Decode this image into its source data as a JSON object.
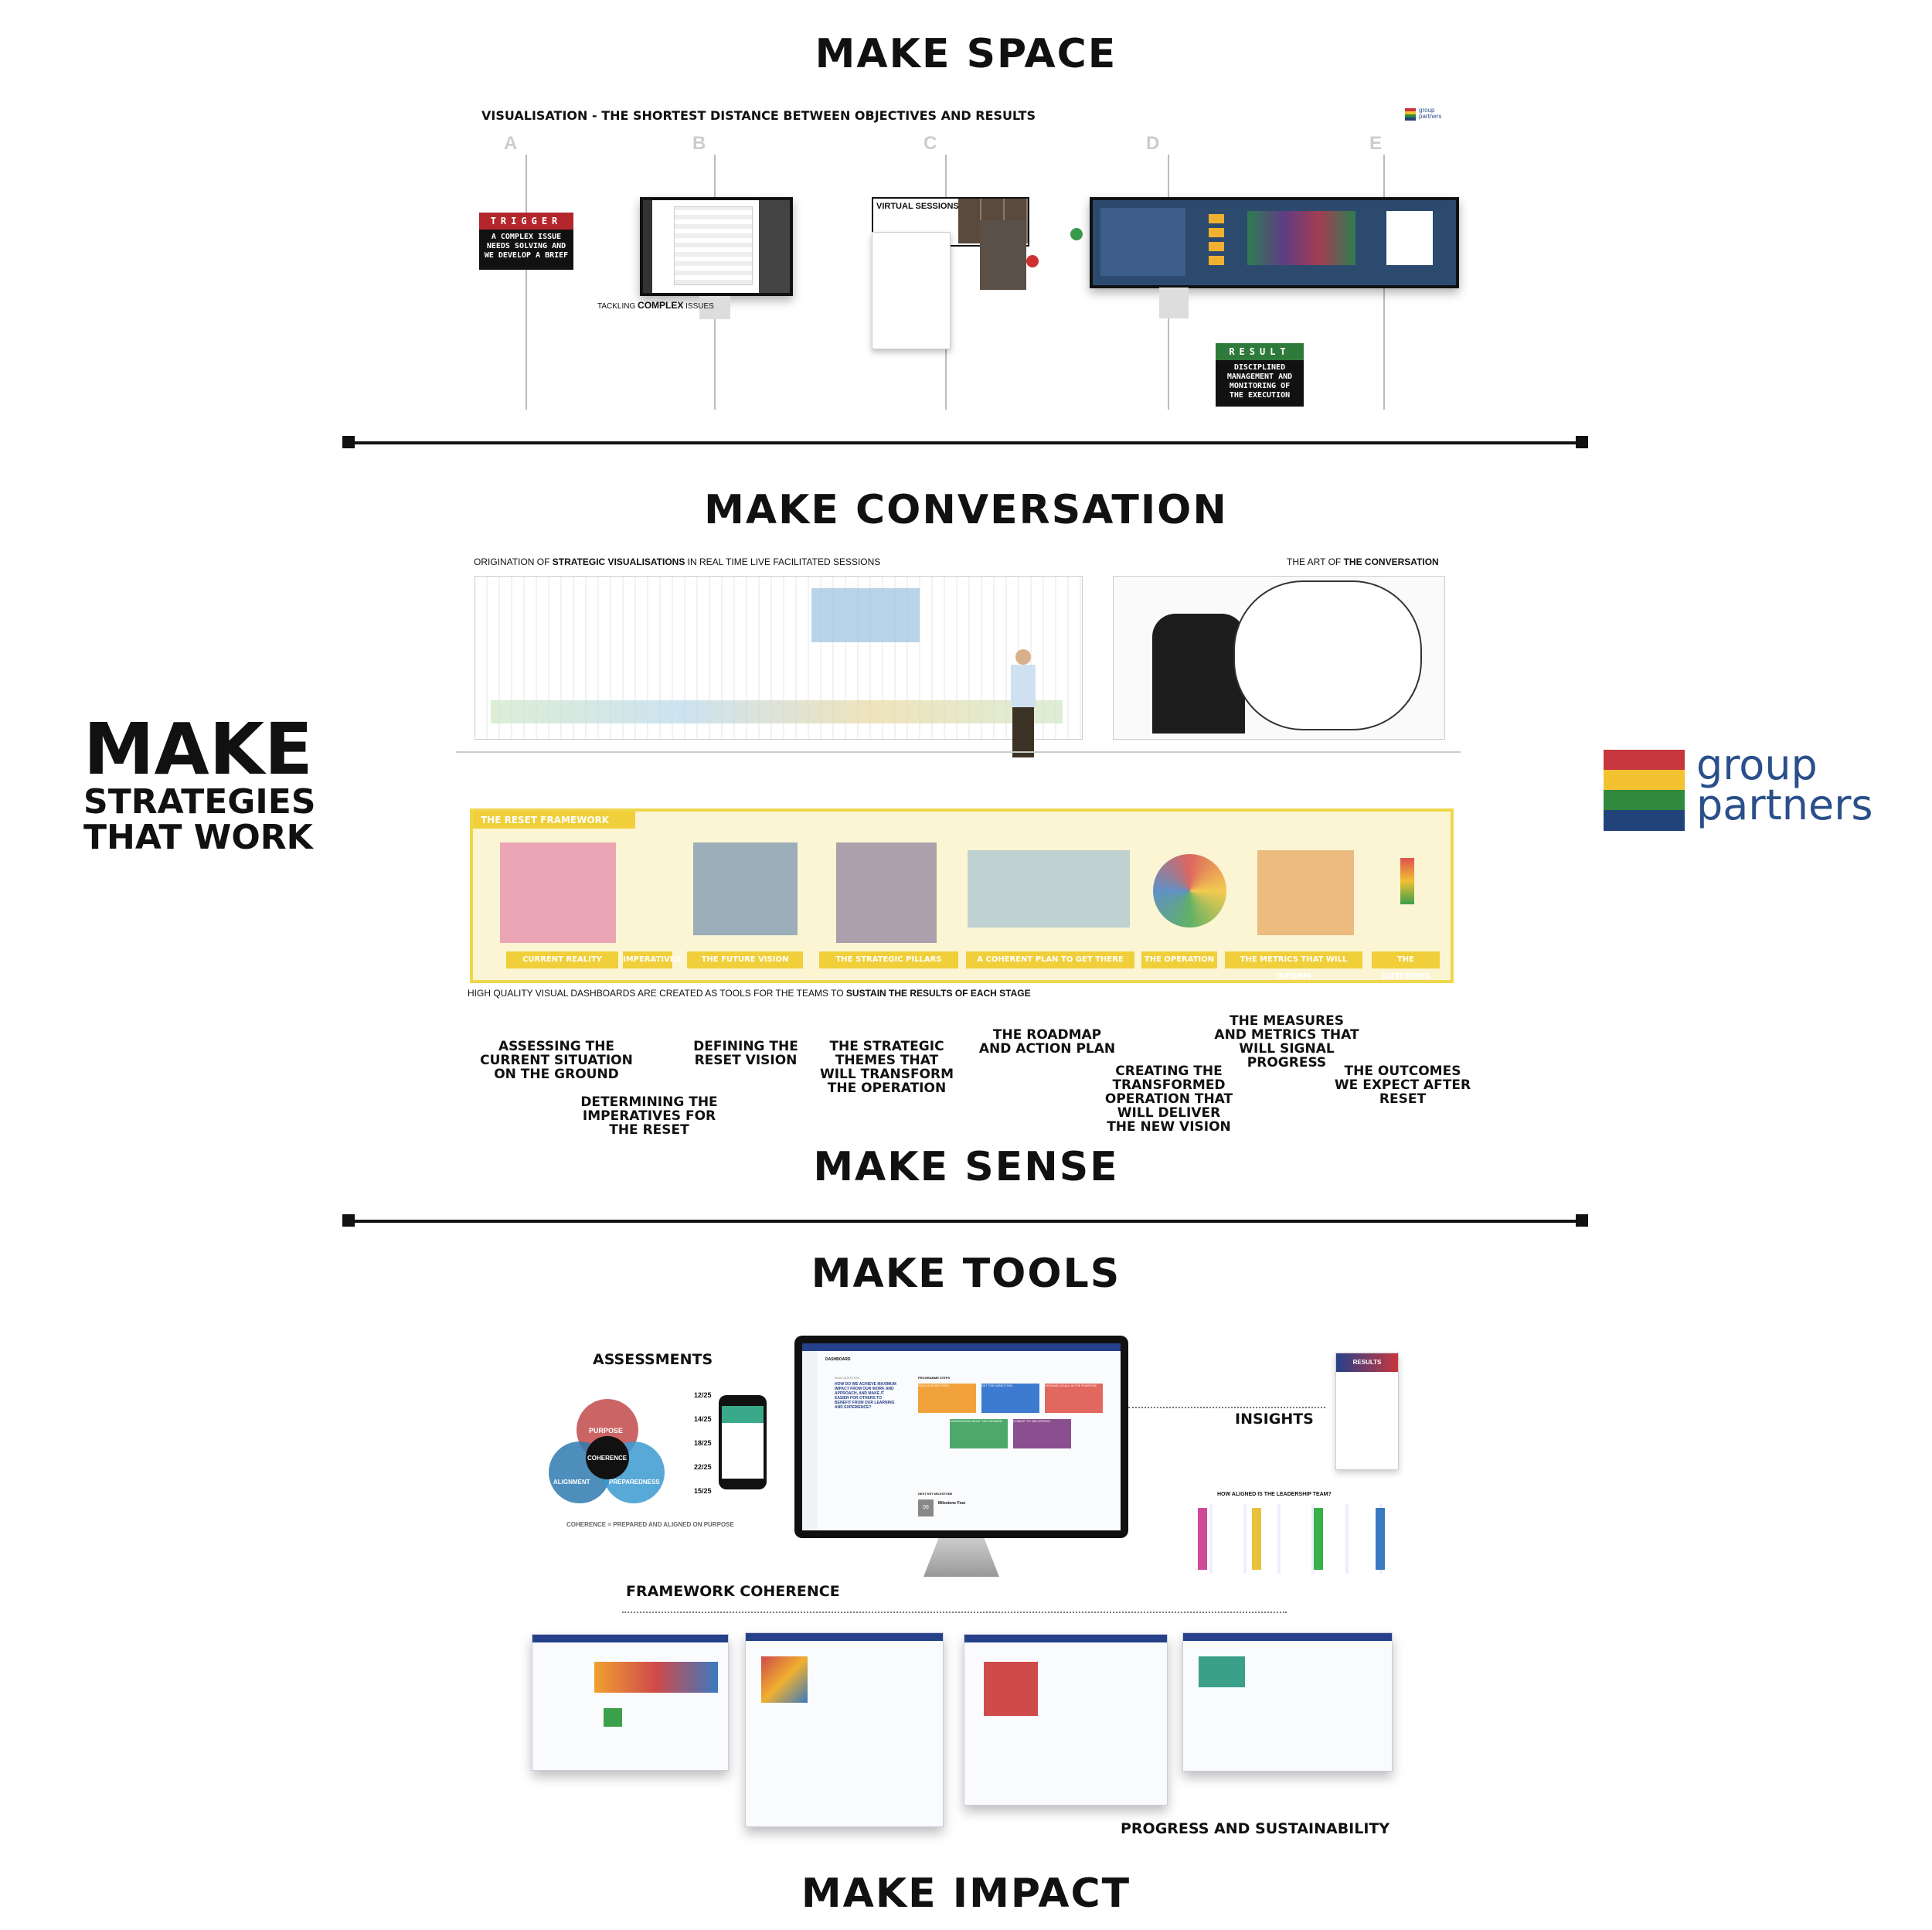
{
  "headings": {
    "make_space": "MAKE SPACE",
    "make_conversation": "MAKE CONVERSATION",
    "make_sense": "MAKE SENSE",
    "make_tools": "MAKE TOOLS",
    "make_impact": "MAKE IMPACT"
  },
  "side_title": {
    "big": "MAKE",
    "line1": "STRATEGIES",
    "line2": "THAT WORK"
  },
  "logo": {
    "line1": "group",
    "line2": "partners",
    "colors": [
      "#c8363e",
      "#f2c230",
      "#2f8a3d",
      "#22427a"
    ],
    "text_color": "#2a4f8a"
  },
  "space": {
    "caption": "VISUALISATION - THE SHORTEST DISTANCE BETWEEN OBJECTIVES AND RESULTS",
    "columns": [
      "A",
      "B",
      "C",
      "D",
      "E"
    ],
    "trigger": {
      "band": "TRIGGER",
      "text": "A COMPLEX ISSUE NEEDS SOLVING AND WE DEVELOP A BRIEF"
    },
    "tackling_prefix": "TACKLING ",
    "tackling_bold": "COMPLEX",
    "tackling_suffix": " ISSUES",
    "virtual_sessions": "VIRTUAL SESSIONS",
    "result": {
      "band": "RESULT",
      "text": "DISCIPLINED MANAGEMENT AND MONITORING OF THE EXECUTION"
    }
  },
  "conversation": {
    "caption_left_pre": "ORIGINATION OF ",
    "caption_left_bold": "STRATEGIC VISUALISATIONS",
    "caption_left_post": " IN REAL TIME LIVE FACILITATED SESSIONS",
    "caption_right_pre": "THE ART OF ",
    "caption_right_bold": "THE CONVERSATION",
    "framework_title": "THE RESET FRAMEWORK",
    "stages": [
      "CURRENT REALITY",
      "IMPERATIVES",
      "THE FUTURE VISION",
      "THE STRATEGIC PILLARS",
      "A COHERENT PLAN TO GET THERE",
      "THE OPERATION",
      "THE METRICS THAT WILL INFORM",
      "THE OUTCOMES"
    ],
    "dash_caption_pre": "HIGH QUALITY VISUAL DASHBOARDS ARE CREATED AS TOOLS FOR THE TEAMS TO ",
    "dash_caption_bold": "SUSTAIN THE RESULTS OF EACH STAGE"
  },
  "sense_labels": [
    "ASSESSING THE CURRENT SITUATION ON THE GROUND",
    "DETERMINING THE IMPERATIVES FOR THE RESET",
    "DEFINING THE RESET VISION",
    "THE STRATEGIC THEMES THAT WILL TRANSFORM THE OPERATION",
    "THE ROADMAP AND ACTION PLAN",
    "CREATING THE TRANSFORMED OPERATION THAT WILL DELIVER THE NEW VISION",
    "THE MEASURES AND METRICS THAT WILL SIGNAL PROGRESS",
    "THE OUTCOMES WE EXPECT AFTER RESET"
  ],
  "tools": {
    "assessments": "ASSESSMENTS",
    "venn": [
      "PURPOSE",
      "COHERENCE",
      "ALIGNMENT",
      "PREPAREDNESS"
    ],
    "venn_caption": "COHERENCE = PREPARED AND ALIGNED ON PURPOSE",
    "scores": [
      "12/25",
      "14/25",
      "18/25",
      "22/25",
      "15/25"
    ],
    "insights": "INSIGHTS",
    "results": "RESULTS",
    "leadership_q": "HOW ALIGNED IS THE LEADERSHIP TEAM?",
    "framework_coherence": "FRAMEWORK COHERENCE",
    "progress": "PROGRESS AND SUSTAINABILITY",
    "dashboard": {
      "title": "DASHBOARD",
      "question_label": "MAIN QUESTION",
      "question": "HOW DO WE ACHIEVE MAXIMUM IMPACT FROM OUR WORK AND APPROACH, AND MAKE IT EASIER FOR OTHERS TO BENEFIT FROM OUR LEARNING AND EXPERIENCE?",
      "steps_label": "PROGRAMME STEPS",
      "cards": [
        "REACH OBJECTIVES",
        "SET THE DIRECTION",
        "GROUND US ALL IN THE PURPOSE",
        "UNDERSTAND WHAT THE REWARD",
        "COMMIT TO DELIVERING"
      ],
      "card_colors": [
        "#f2a23a",
        "#3d7bd0",
        "#e2675e",
        "#4da86b",
        "#8a4f8f"
      ],
      "milestone_label": "NEXT KEY MILESTONE",
      "milestone_num": "06",
      "milestone_title": "Milestone Four"
    }
  }
}
